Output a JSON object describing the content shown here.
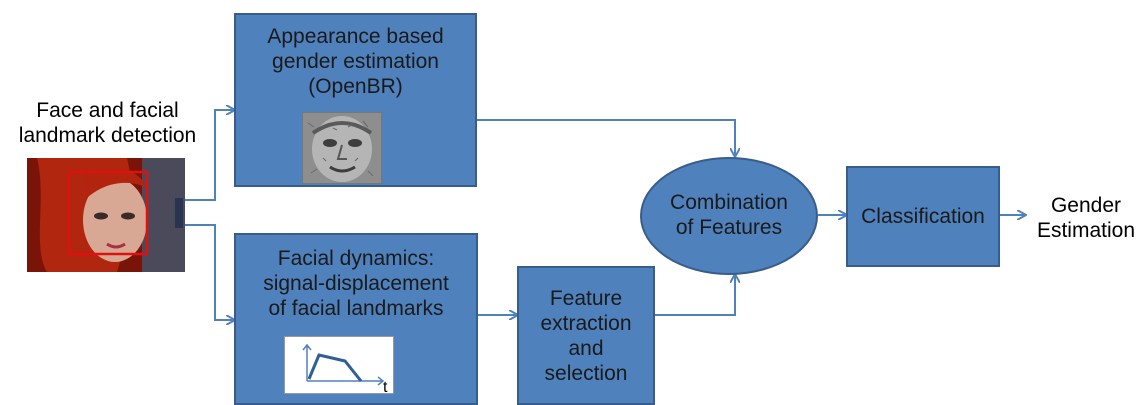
{
  "input": {
    "title": [
      "Face and facial",
      "landmark detection"
    ],
    "image_icon": "face-photo-with-red-box"
  },
  "appearance": {
    "lines": [
      "Appearance based",
      "gender estimation",
      "(OpenBR)"
    ],
    "image_icon": "grayscale-face-texture"
  },
  "dynamics": {
    "lines": [
      "Facial dynamics:",
      "signal-displacement",
      "of facial landmarks"
    ],
    "graph": {
      "icon": "signal-displacement-plot",
      "axis_label": "t"
    }
  },
  "feature": {
    "lines": [
      "Feature",
      "extraction",
      "and",
      "selection"
    ]
  },
  "combination": {
    "lines": [
      "Combination",
      "of Features"
    ]
  },
  "classification": {
    "label": "Classification"
  },
  "output": {
    "lines": [
      "Gender",
      "Estimation"
    ]
  },
  "colors": {
    "box_fill": "#4f81bd",
    "box_border": "#385d8a",
    "arrow": "#4f81bd",
    "face_box": "#e01010"
  }
}
